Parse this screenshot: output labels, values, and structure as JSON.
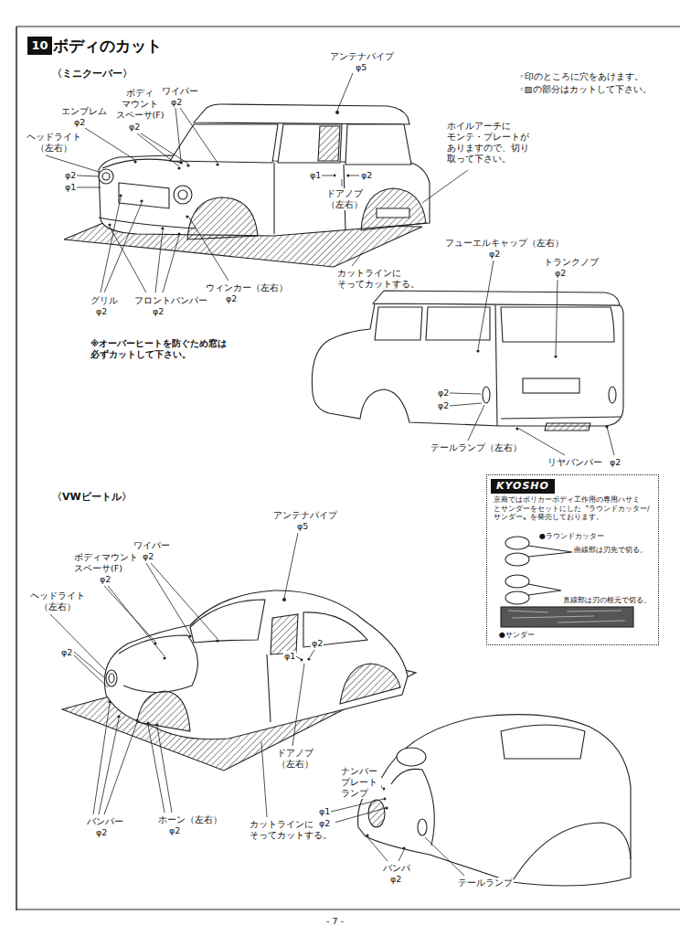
{
  "diagram": {
    "title": "ボディのカット",
    "nodes": [
      {
        "text": [
          "10"
        ]
      },
      {
        "text": [
          "京商ではポリカーボディ工作用の専用ハサミ とサンダーをセットにした〝ラウンドカッター/ サンダー〟を発売しております。",
          "●ラウンドカッター",
          "曲線部は刃先で切る。",
          "直線部は刃の根元で切る。",
          "●サンダー"
        ]
      },
      {
        "text": [
          "KYOSHO"
        ],
        "in": 1
      }
    ],
    "labels": [
      "〈ミニクーパー〉",
      "アンテナパイプ",
      "φ5",
      "◦印のところに穴をあけます。",
      "◦▨の部分はカットして下さい。",
      "ボディ マウント スペーサ(F)",
      "φ2",
      "ワイパー",
      "φ2",
      "エンブレム",
      "φ2",
      "ヘッドライト （左右）",
      "φ2",
      "φ1",
      "ホイルアーチに モンテ・プレートが ありますので、切り 取って下さい。",
      "φ1",
      "φ2",
      "ドアノブ （左右）",
      "カットラインに そってカットする。",
      "ウィンカー（左右）",
      "φ2",
      "グリル",
      "φ2",
      "フロントバンパー",
      "φ2",
      "※オーバーヒートを防ぐため窓は 必ずカットして下さい。",
      "フューエルキャップ（左右）",
      "φ2",
      "トランクノブ",
      "φ2",
      "φ2",
      "φ2",
      "テールランプ（左右）",
      "リヤバンパー",
      "φ2",
      "〈VWビートル〉",
      "アンテナパイプ",
      "φ5",
      "ワイパー",
      "φ2",
      "ボディマウント スペーサ(F)",
      "φ2",
      "ヘッドライト （左右）",
      "φ2",
      "φ1",
      "φ2",
      "ドアノブ （左右）",
      "バンパー",
      "φ2",
      "ホーン（左右）",
      "φ2",
      "カットラインに そってカットする。",
      "ナンバー プレート ランプ",
      "φ1",
      "φ2",
      "バンパ",
      "φ2",
      "テールランプ",
      "- 7 -"
    ]
  }
}
